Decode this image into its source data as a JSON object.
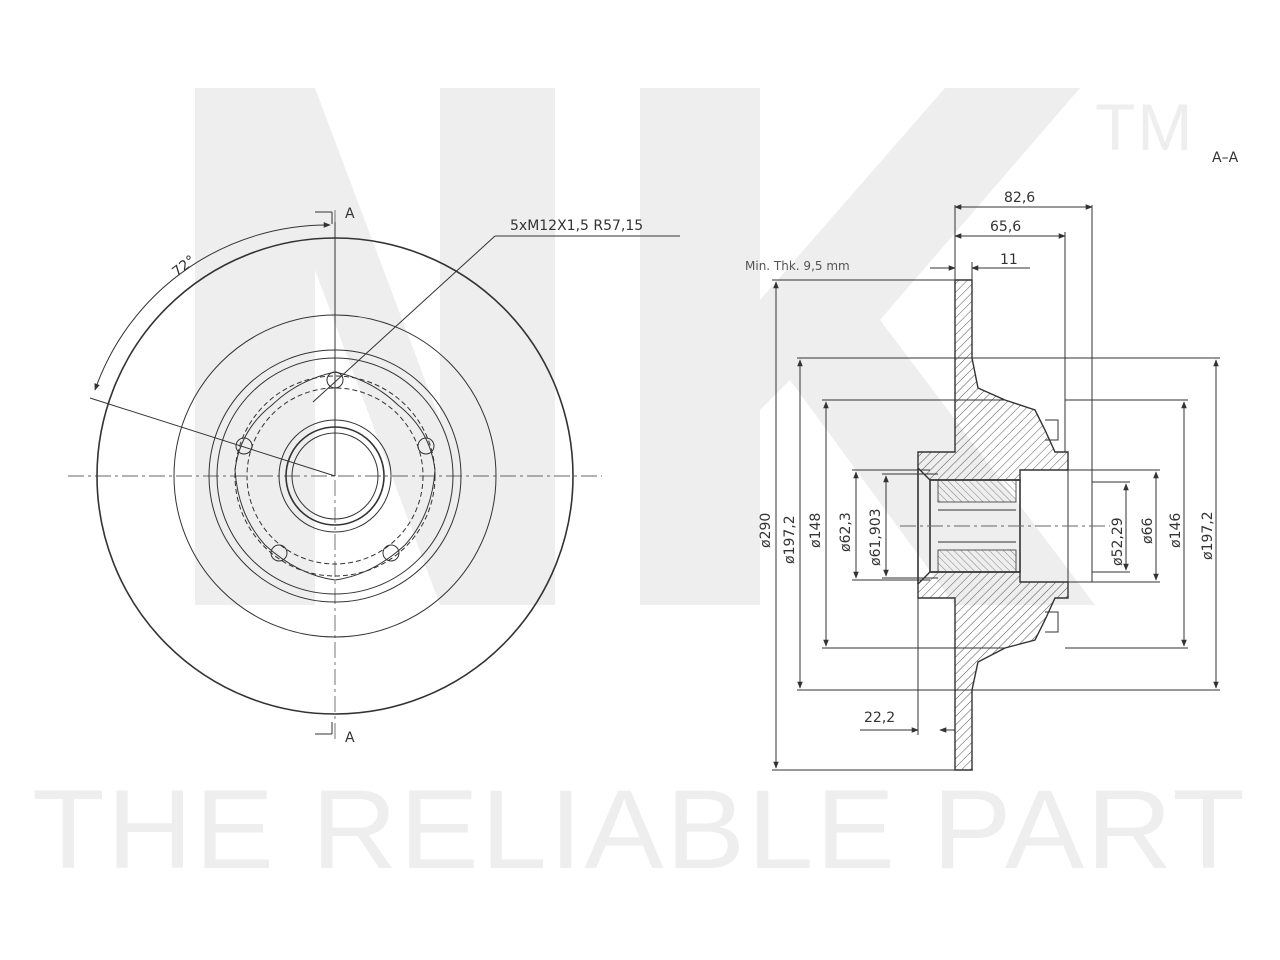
{
  "watermark": {
    "logo_text": "NK",
    "trademark": "TM",
    "slogan": "THE RELIABLE PART",
    "color": "#ededed"
  },
  "front_view": {
    "angle_label": "72°",
    "thread_callout": "5xM12X1,5  R57,15",
    "section_mark_top": "A",
    "section_mark_bottom": "A"
  },
  "section_view": {
    "title": "A–A",
    "min_thickness": "Min. Thk. 9,5 mm",
    "dimensions": {
      "d_82_6": "82,6",
      "d_65_6": "65,6",
      "d_11": "11",
      "d_22_2": "22,2",
      "dia_290": "ø290",
      "dia_197_2_left": "ø197,2",
      "dia_148": "ø148",
      "dia_62_3": "ø62,3",
      "dia_61_903": "ø61,903",
      "dia_52_29": "ø52,29",
      "dia_66": "ø66",
      "dia_146": "ø146",
      "dia_197_2_right": "ø197,2"
    }
  },
  "colors": {
    "line": "#333333",
    "watermark": "#ededed",
    "hatch": "#666666"
  }
}
